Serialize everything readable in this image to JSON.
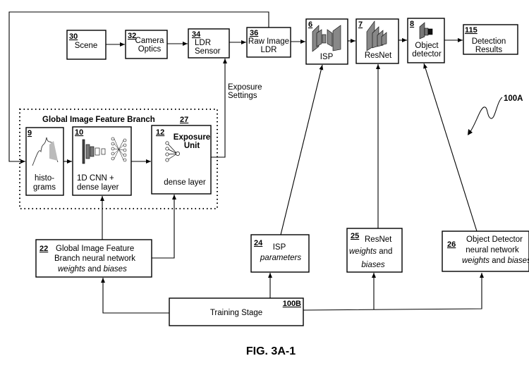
{
  "figure_label": "FIG. 3A-1",
  "ref_100A": "100A",
  "pipeline": [
    {
      "num": "30",
      "lines": [
        "Scene"
      ]
    },
    {
      "num": "32",
      "lines": [
        "Camera",
        "Optics"
      ]
    },
    {
      "num": "34",
      "lines": [
        "LDR",
        "Sensor"
      ]
    },
    {
      "num": "36",
      "lines": [
        "Raw Image",
        "LDR"
      ]
    },
    {
      "num": "6",
      "lines": [
        "ISP"
      ]
    },
    {
      "num": "7",
      "lines": [
        "ResNet"
      ]
    },
    {
      "num": "8",
      "lines": [
        "Object",
        "detector"
      ]
    },
    {
      "num": "115",
      "lines": [
        "Detection",
        "Results"
      ]
    }
  ],
  "exposure_settings": [
    "Exposure",
    "Settings"
  ],
  "branch": {
    "title": "Global Image Feature Branch",
    "num": "27",
    "histograms": {
      "num": "9",
      "lines": [
        "histo-",
        "grams"
      ]
    },
    "cnn": {
      "num": "10",
      "lines": [
        "1D CNN +",
        "dense layer"
      ]
    },
    "exposure_unit": {
      "num": "12",
      "title": [
        "Exposure",
        "Unit"
      ],
      "label": "dense  layer"
    }
  },
  "params": {
    "gifb": {
      "num": "22",
      "lines": [
        "Global Image Feature",
        "Branch neural network"
      ],
      "w": "weights",
      "and": " and ",
      "b": "biases"
    },
    "isp": {
      "num": "24",
      "line1": "ISP",
      "line2": "parameters"
    },
    "resnet": {
      "num": "25",
      "line1": "ResNet",
      "w": "weights",
      "and": " and",
      "b": "biases"
    },
    "objdet": {
      "num": "26",
      "lines": [
        "Object Detector",
        "neural network"
      ],
      "w": "weights",
      "and": " and ",
      "b": "biases"
    }
  },
  "training": {
    "num": "100B",
    "label": "Training Stage"
  }
}
